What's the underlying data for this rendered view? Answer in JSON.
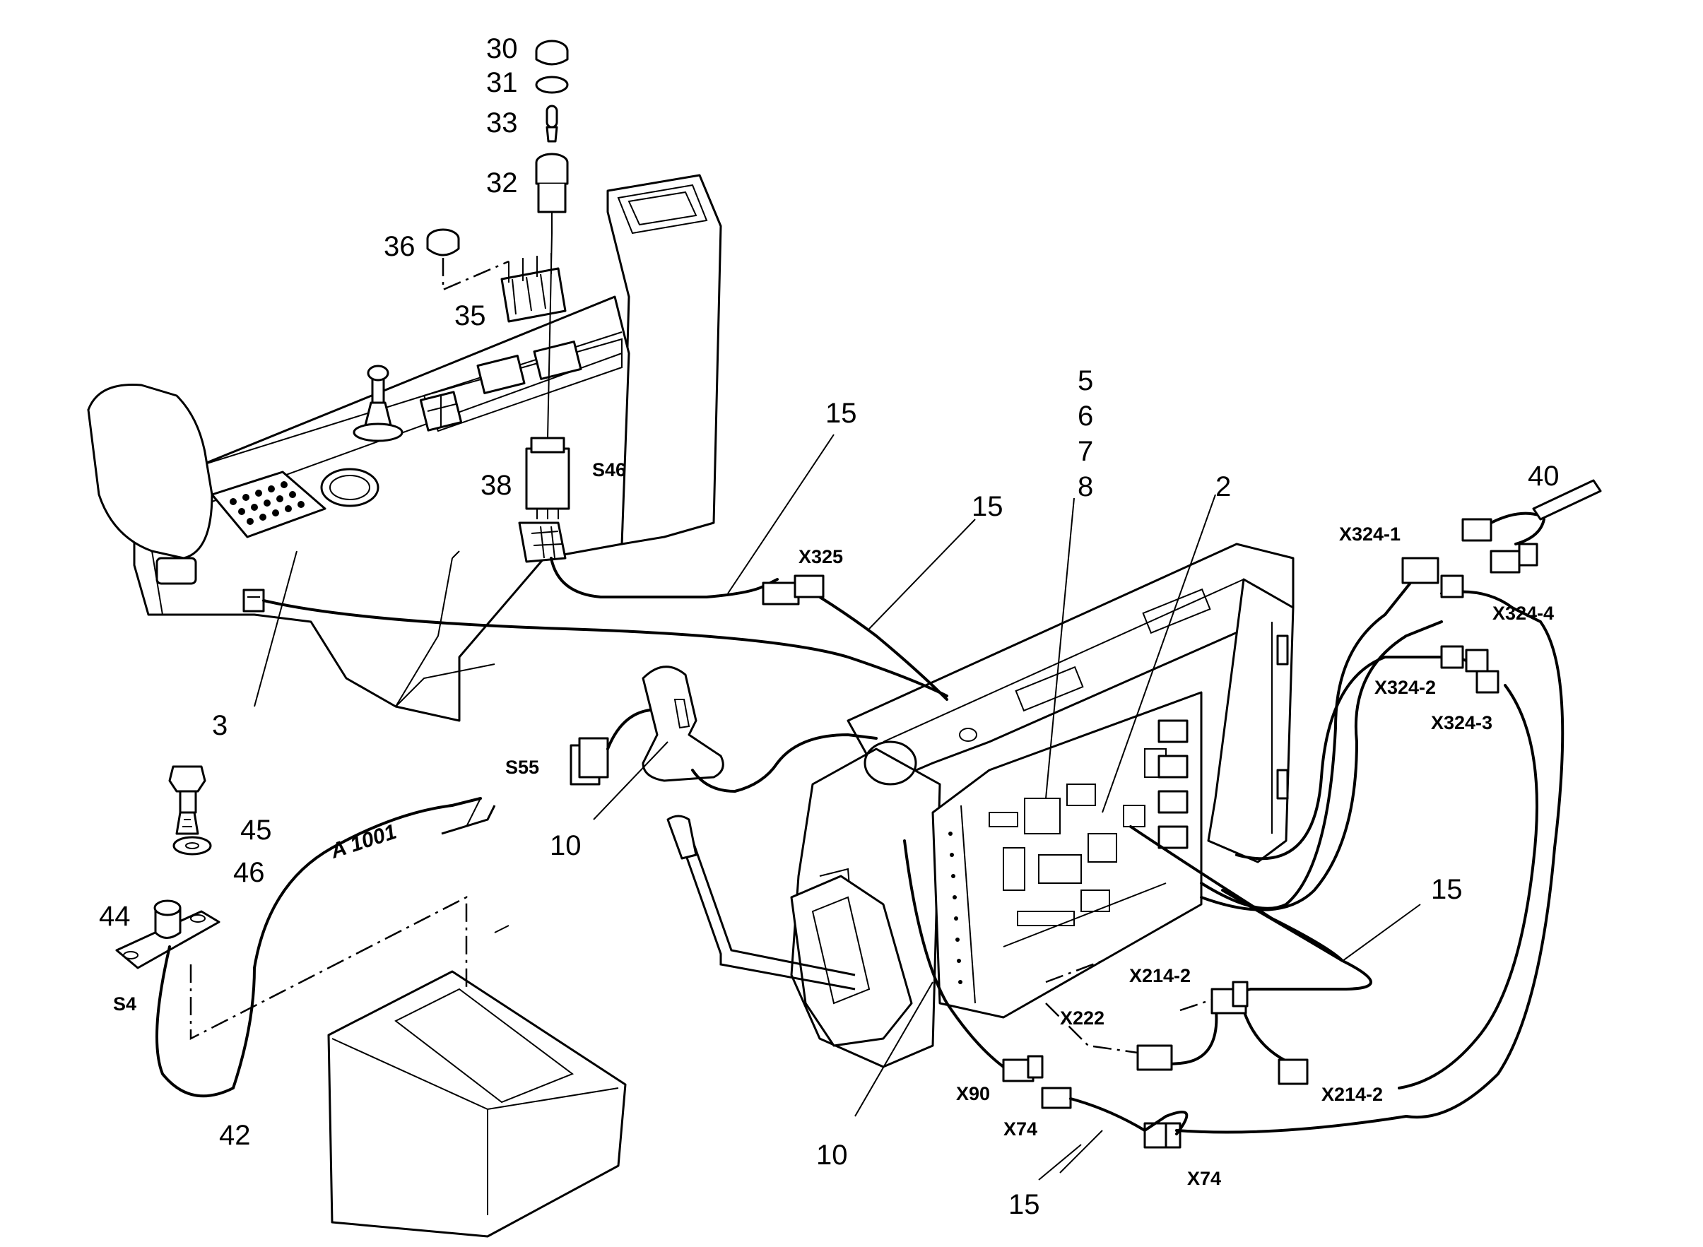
{
  "callouts": {
    "n30": "30",
    "n31": "31",
    "n33": "33",
    "n32": "32",
    "n36": "36",
    "n35": "35",
    "n38": "38",
    "n15a": "15",
    "n15b": "15",
    "n15c": "15",
    "n15d": "15",
    "n5": "5",
    "n6": "6",
    "n7": "7",
    "n8": "8",
    "n2": "2",
    "n40": "40",
    "n3": "3",
    "n10a": "10",
    "n10b": "10",
    "n45": "45",
    "n46": "46",
    "n44": "44",
    "n42": "42"
  },
  "connectors": {
    "s46": "S46",
    "x325": "X325",
    "x324_1": "X324-1",
    "x324_4": "X324-4",
    "x324_2": "X324-2",
    "x324_3": "X324-3",
    "s55": "S55",
    "s4": "S4",
    "x214_2a": "X214-2",
    "x214_2b": "X214-2",
    "x222": "X222",
    "x90": "X90",
    "x74a": "X74",
    "x74b": "X74"
  },
  "view_reference": "A 1001"
}
